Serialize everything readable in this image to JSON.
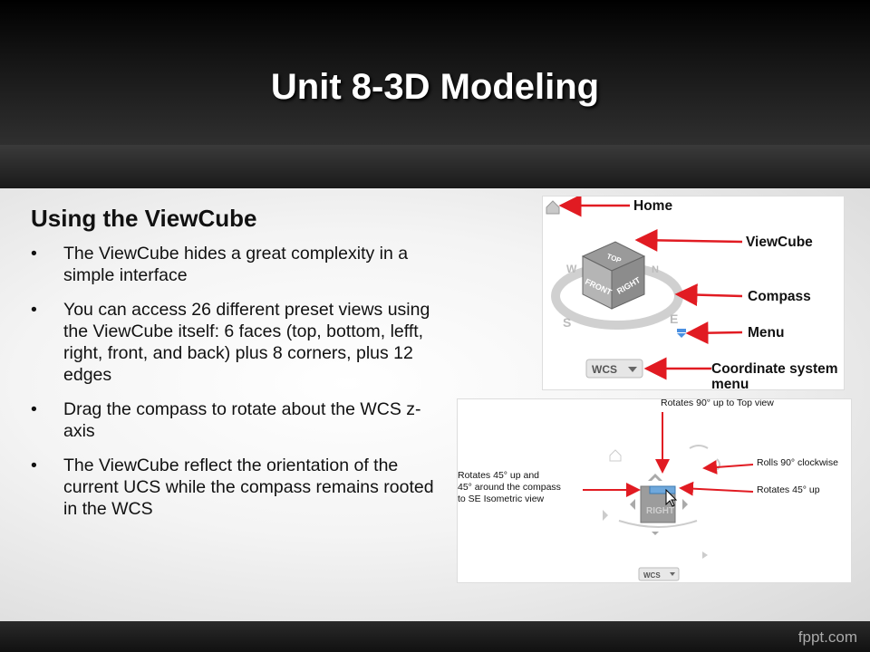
{
  "slide": {
    "title": "Unit 8-3D Modeling"
  },
  "content": {
    "heading": "Using the ViewCube",
    "bullets": [
      "The ViewCube hides a great complexity in a simple interface",
      "You can access 26 different preset views using the ViewCube itself: 6 faces (top, bottom, lefft, right, front, and back) plus 8 corners, plus 12 edges",
      "Drag the compass to rotate about the WCS z-axis",
      "The ViewCube reflect the orientation of the current UCS while the compass remains rooted in the WCS"
    ],
    "bullet_char": "•"
  },
  "figure1": {
    "labels": {
      "home": "Home",
      "viewcube": "ViewCube",
      "compass": "Compass",
      "menu": "Menu",
      "coordinate": "Coordinate system",
      "coordinate2": "menu"
    },
    "cube_faces": {
      "top": "TOP",
      "front": "FRONT",
      "right": "RIGHT"
    },
    "compass_letters": {
      "w": "W",
      "s": "S",
      "e": "E",
      "n": "N"
    },
    "wcs": "WCS"
  },
  "figure2": {
    "labels": {
      "top": "Rotates 90° up to Top view",
      "rolls": "Rolls 90° clockwise",
      "rot45": "Rotates 45° up",
      "left1": "Rotates 45° up and",
      "left2": "45° around the compass",
      "left3": "to SE Isometric view"
    },
    "cube_face": "RIGHT",
    "wcs": "WCS"
  },
  "footer": {
    "brand": "fppt.com"
  },
  "colors": {
    "arrow": "#e11b22",
    "title": "#ffffff",
    "text": "#111111"
  }
}
